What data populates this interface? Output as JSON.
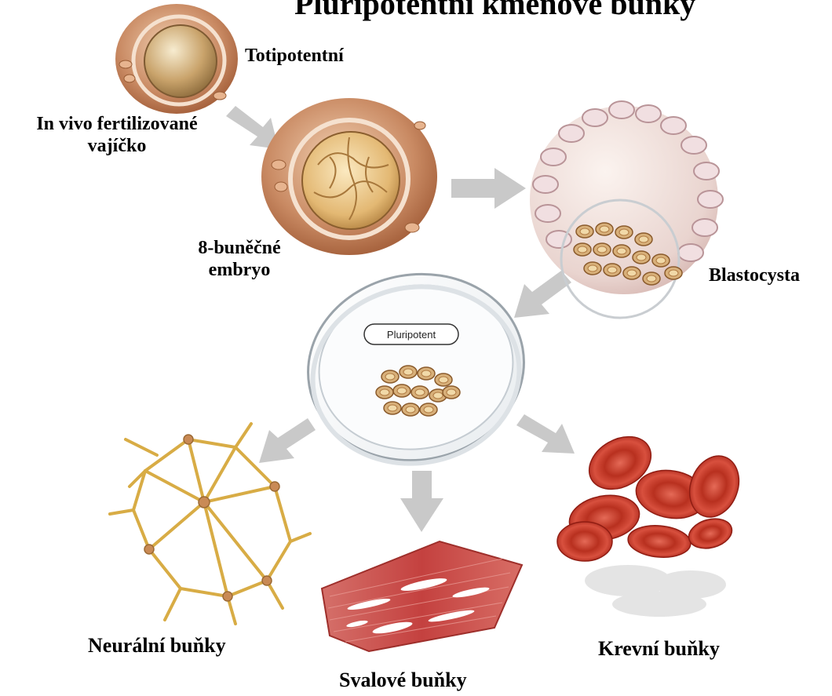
{
  "title": "Pluripotentní kmenové buňky",
  "labels": {
    "totipotent": "Totipotentní",
    "fertilized_egg_line1": "In vivo fertilizované",
    "fertilized_egg_line2": "vajíčko",
    "embryo_line1": "8-buněčné",
    "embryo_line2": "embryo",
    "blastocyst": "Blastocysta",
    "pluripotent": "Pluripotent",
    "neural": "Neurální buňky",
    "muscle": "Svalové buňky",
    "blood": "Krevní buňky"
  },
  "colors": {
    "arrow": "#c9c9c9",
    "egg_outer": "#c98a63",
    "egg_inner": "#d9b27a",
    "blastocyst_wall": "#f1dfe1",
    "neuron": "#e0b54c",
    "muscle": "#c9534e",
    "blood": "#c8382c"
  }
}
